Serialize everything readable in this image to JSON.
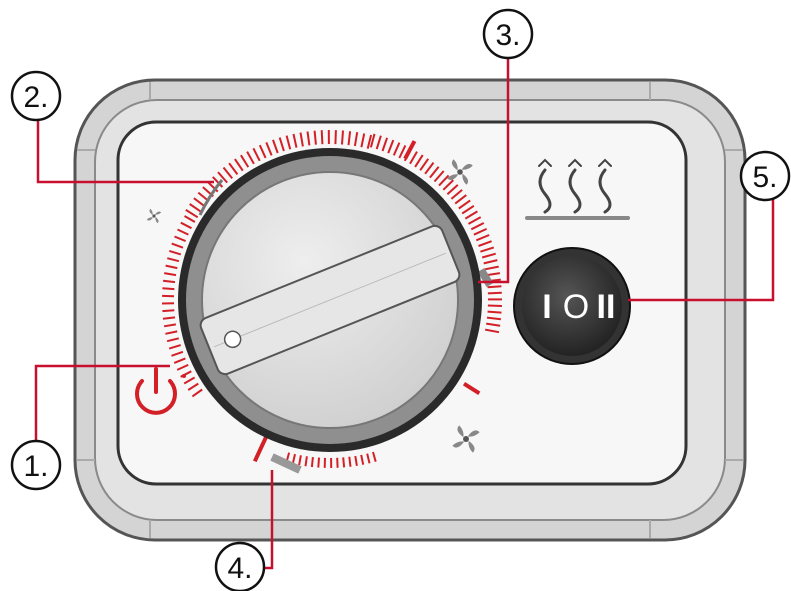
{
  "callouts": [
    {
      "id": "1",
      "label": "1.",
      "target": "power-off-icon"
    },
    {
      "id": "2",
      "label": "2.",
      "target": "knob-start-mark"
    },
    {
      "id": "3",
      "label": "3.",
      "target": "knob-notch-mark"
    },
    {
      "id": "4",
      "label": "4.",
      "target": "knob-end-mark"
    },
    {
      "id": "5",
      "label": "5.",
      "target": "rocker-switch"
    }
  ],
  "rocker_switch": {
    "positions": [
      "I",
      "O",
      "II"
    ]
  },
  "icons": {
    "power": "power-icon",
    "fan_small": "fan-icon-small",
    "fan_medium": "fan-icon-medium",
    "fan_large": "fan-icon-large",
    "heat": "heat-waves-icon"
  },
  "colors": {
    "accent": "#d32027",
    "frame": "#cfcfcf",
    "frame_dark": "#5a5a5a",
    "panel": "#f6f6f6",
    "knob": "#d9d9d9",
    "switch": "#2b2b2b"
  }
}
